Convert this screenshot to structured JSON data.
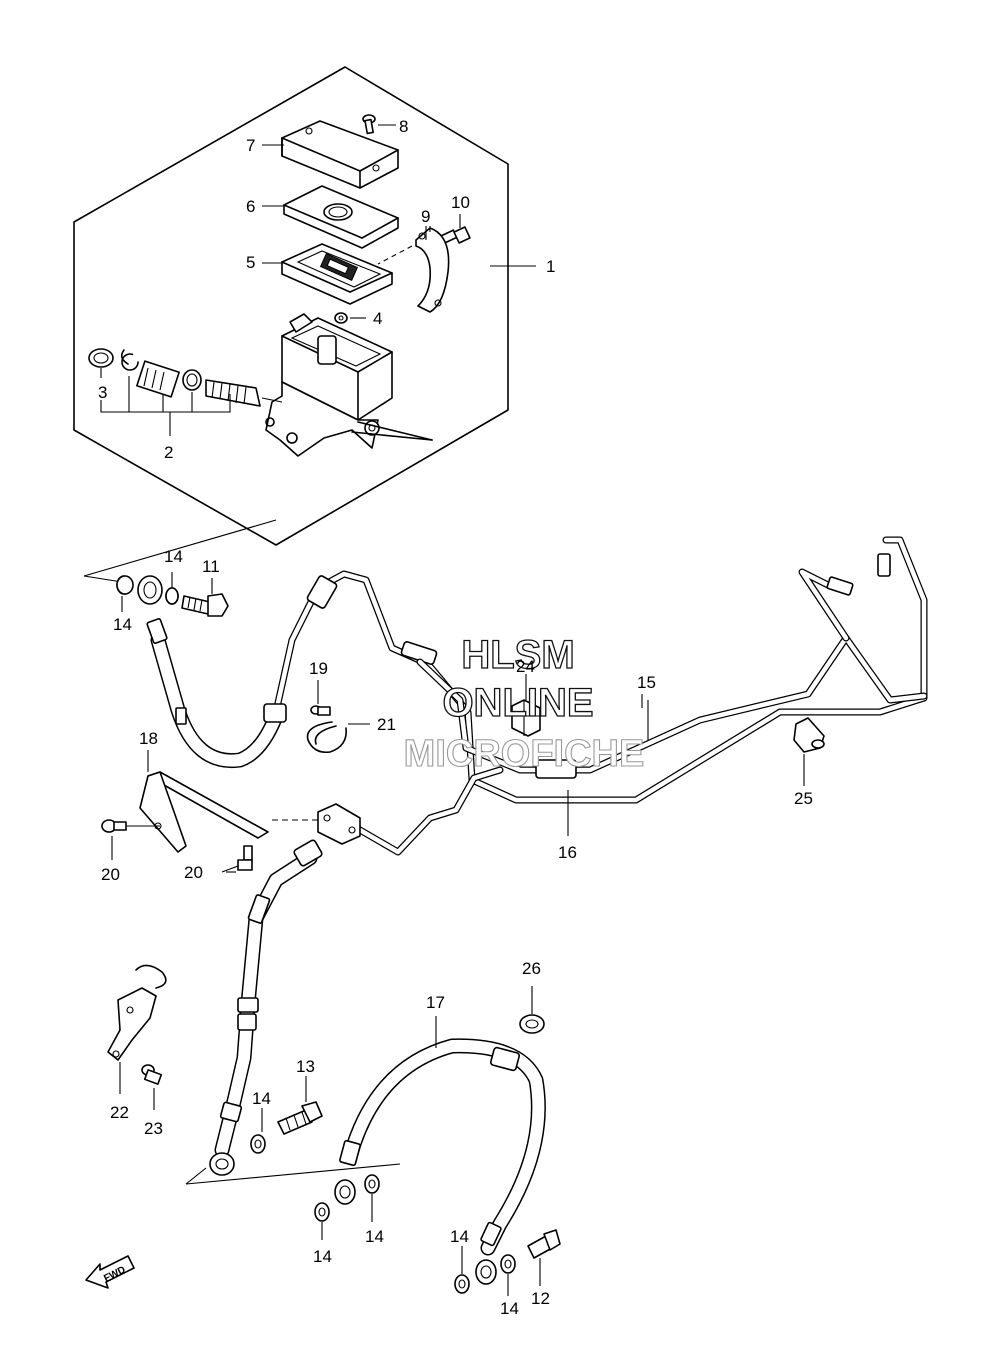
{
  "watermark": {
    "line1": "HLSM",
    "line2": "ONLINE",
    "line3": "MICROFICHE"
  },
  "direction_marker": "FWD",
  "callouts": {
    "c1": "1",
    "c2": "2",
    "c3": "3",
    "c4": "4",
    "c5": "5",
    "c6": "6",
    "c7": "7",
    "c8": "8",
    "c9": "9",
    "c10": "10",
    "c11": "11",
    "c12": "12",
    "c13": "13",
    "c14a": "14",
    "c14b": "14",
    "c14c": "14",
    "c14d": "14",
    "c14e": "14",
    "c14f": "14",
    "c14g": "14",
    "c15": "15",
    "c16": "16",
    "c17": "17",
    "c18": "18",
    "c19": "19",
    "c20a": "20",
    "c20b": "20",
    "c21": "21",
    "c22": "22",
    "c23": "23",
    "c24": "24",
    "c25": "25",
    "c26": "26"
  }
}
